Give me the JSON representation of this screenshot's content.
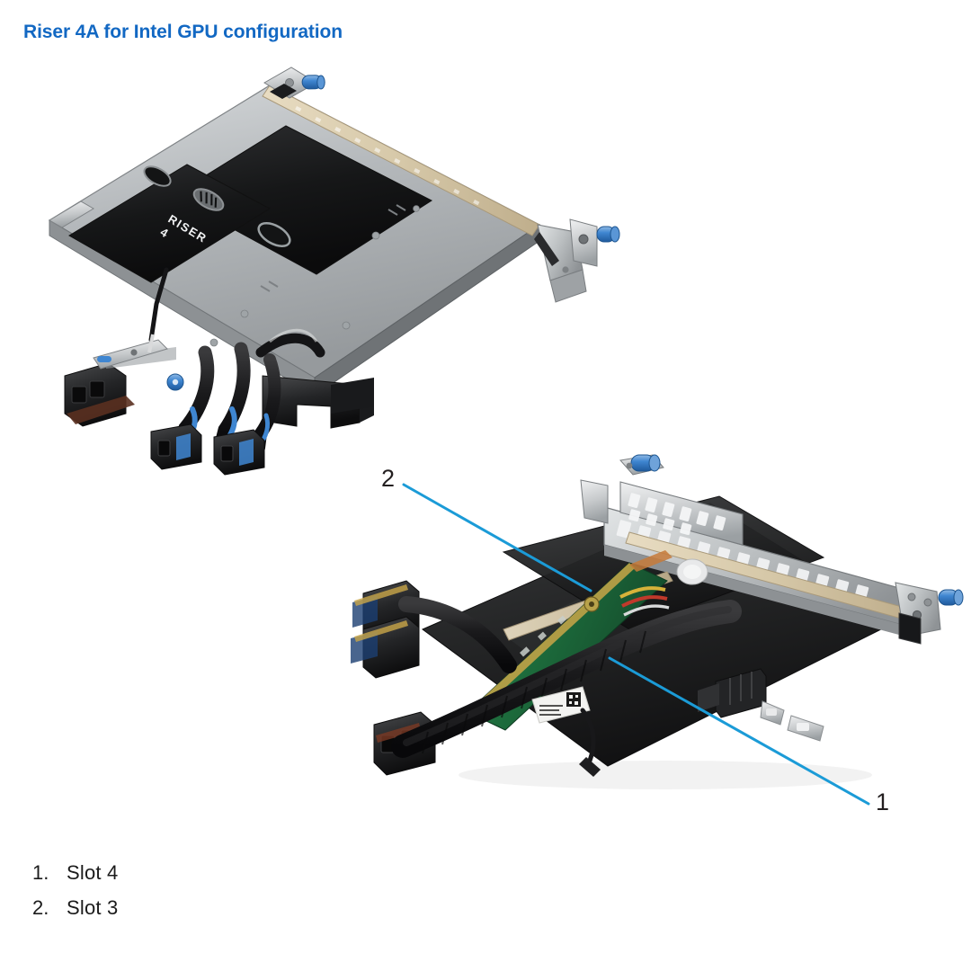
{
  "figure": {
    "title": "Riser 4A for Intel GPU configuration",
    "title_color": "#1268c3",
    "leader_line_color": "#1b9bd7",
    "background_color": "#ffffff"
  },
  "callouts": [
    {
      "id": "1",
      "label": "1",
      "target": "Slot 4"
    },
    {
      "id": "2",
      "label": "2",
      "target": "Slot 3"
    }
  ],
  "legend": {
    "items": [
      {
        "index": "1.",
        "label": "Slot 4"
      },
      {
        "index": "2.",
        "label": "Slot 3"
      }
    ]
  },
  "illustration": {
    "top_assembly": {
      "name": "Riser 4A cage with filler panels",
      "embossed_label_line1": "RISER",
      "embossed_label_line2": "4",
      "sheet_metal_color": "#b9bcbe",
      "filler_panel_color": "#17181a",
      "touchpoint_color": "#2f7fd0",
      "card_edge_color": "#d9cdb4"
    },
    "bottom_assembly": {
      "name": "Riser 4A with Intel GPU cards installed",
      "bracket_color": "#c2c5c7",
      "gpu_shroud_color": "#2b2b2d",
      "pcb_color": "#1d6b3a",
      "touchpoint_color": "#2f7fd0",
      "cable_sleeve_color": "#1a1a1c",
      "service_label_color": "#f2f2f0"
    }
  }
}
